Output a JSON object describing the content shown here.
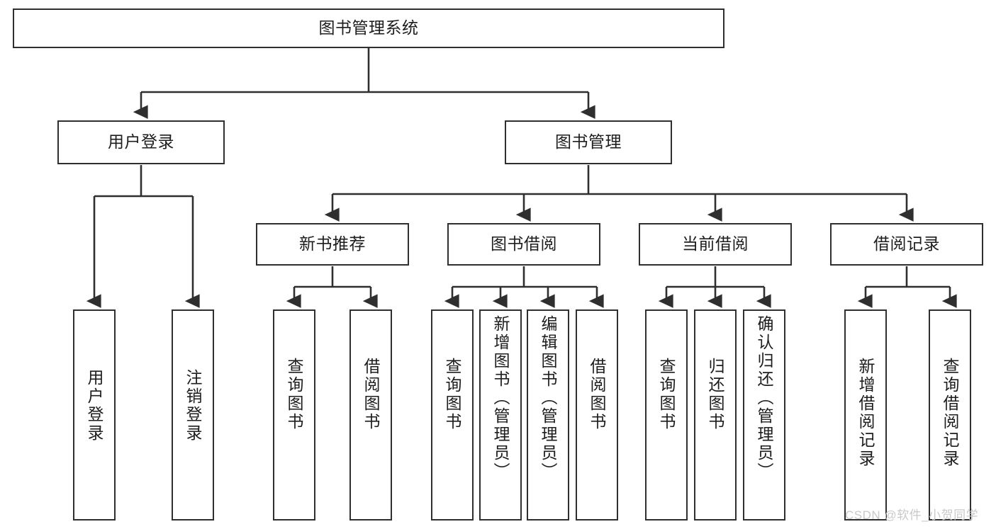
{
  "diagram": {
    "title": "图书管理系统",
    "type": "tree-hierarchy-diagram",
    "watermark": "CSDN @软件_小贺同学",
    "colors": {
      "stroke": "#2f2f2f",
      "fill": "#ffffff",
      "text": "#1d1d1d",
      "watermark": "#c9c9c9"
    },
    "nodes": {
      "root": {
        "label": "图书管理系统"
      },
      "level2": [
        {
          "label": "用户登录"
        },
        {
          "label": "图书管理"
        }
      ],
      "level3": [
        {
          "label": "新书推荐"
        },
        {
          "label": "图书借阅"
        },
        {
          "label": "当前借阅"
        },
        {
          "label": "借阅记录"
        }
      ],
      "leaves": {
        "user_login": [
          {
            "label": "用户登录"
          },
          {
            "label": "注销登录"
          }
        ],
        "new_book_recommend": [
          {
            "label": "查询图书"
          },
          {
            "label": "借阅图书"
          }
        ],
        "book_borrow": [
          {
            "label": "查询图书"
          },
          {
            "label": "新增图书（管理员）"
          },
          {
            "label": "编辑图书（管理员）"
          },
          {
            "label": "借阅图书"
          }
        ],
        "current_borrow": [
          {
            "label": "查询图书"
          },
          {
            "label": "归还图书"
          },
          {
            "label": "确认归还（管理员）"
          }
        ],
        "borrow_record": [
          {
            "label": "新增借阅记录"
          },
          {
            "label": "查询借阅记录"
          }
        ]
      }
    }
  }
}
